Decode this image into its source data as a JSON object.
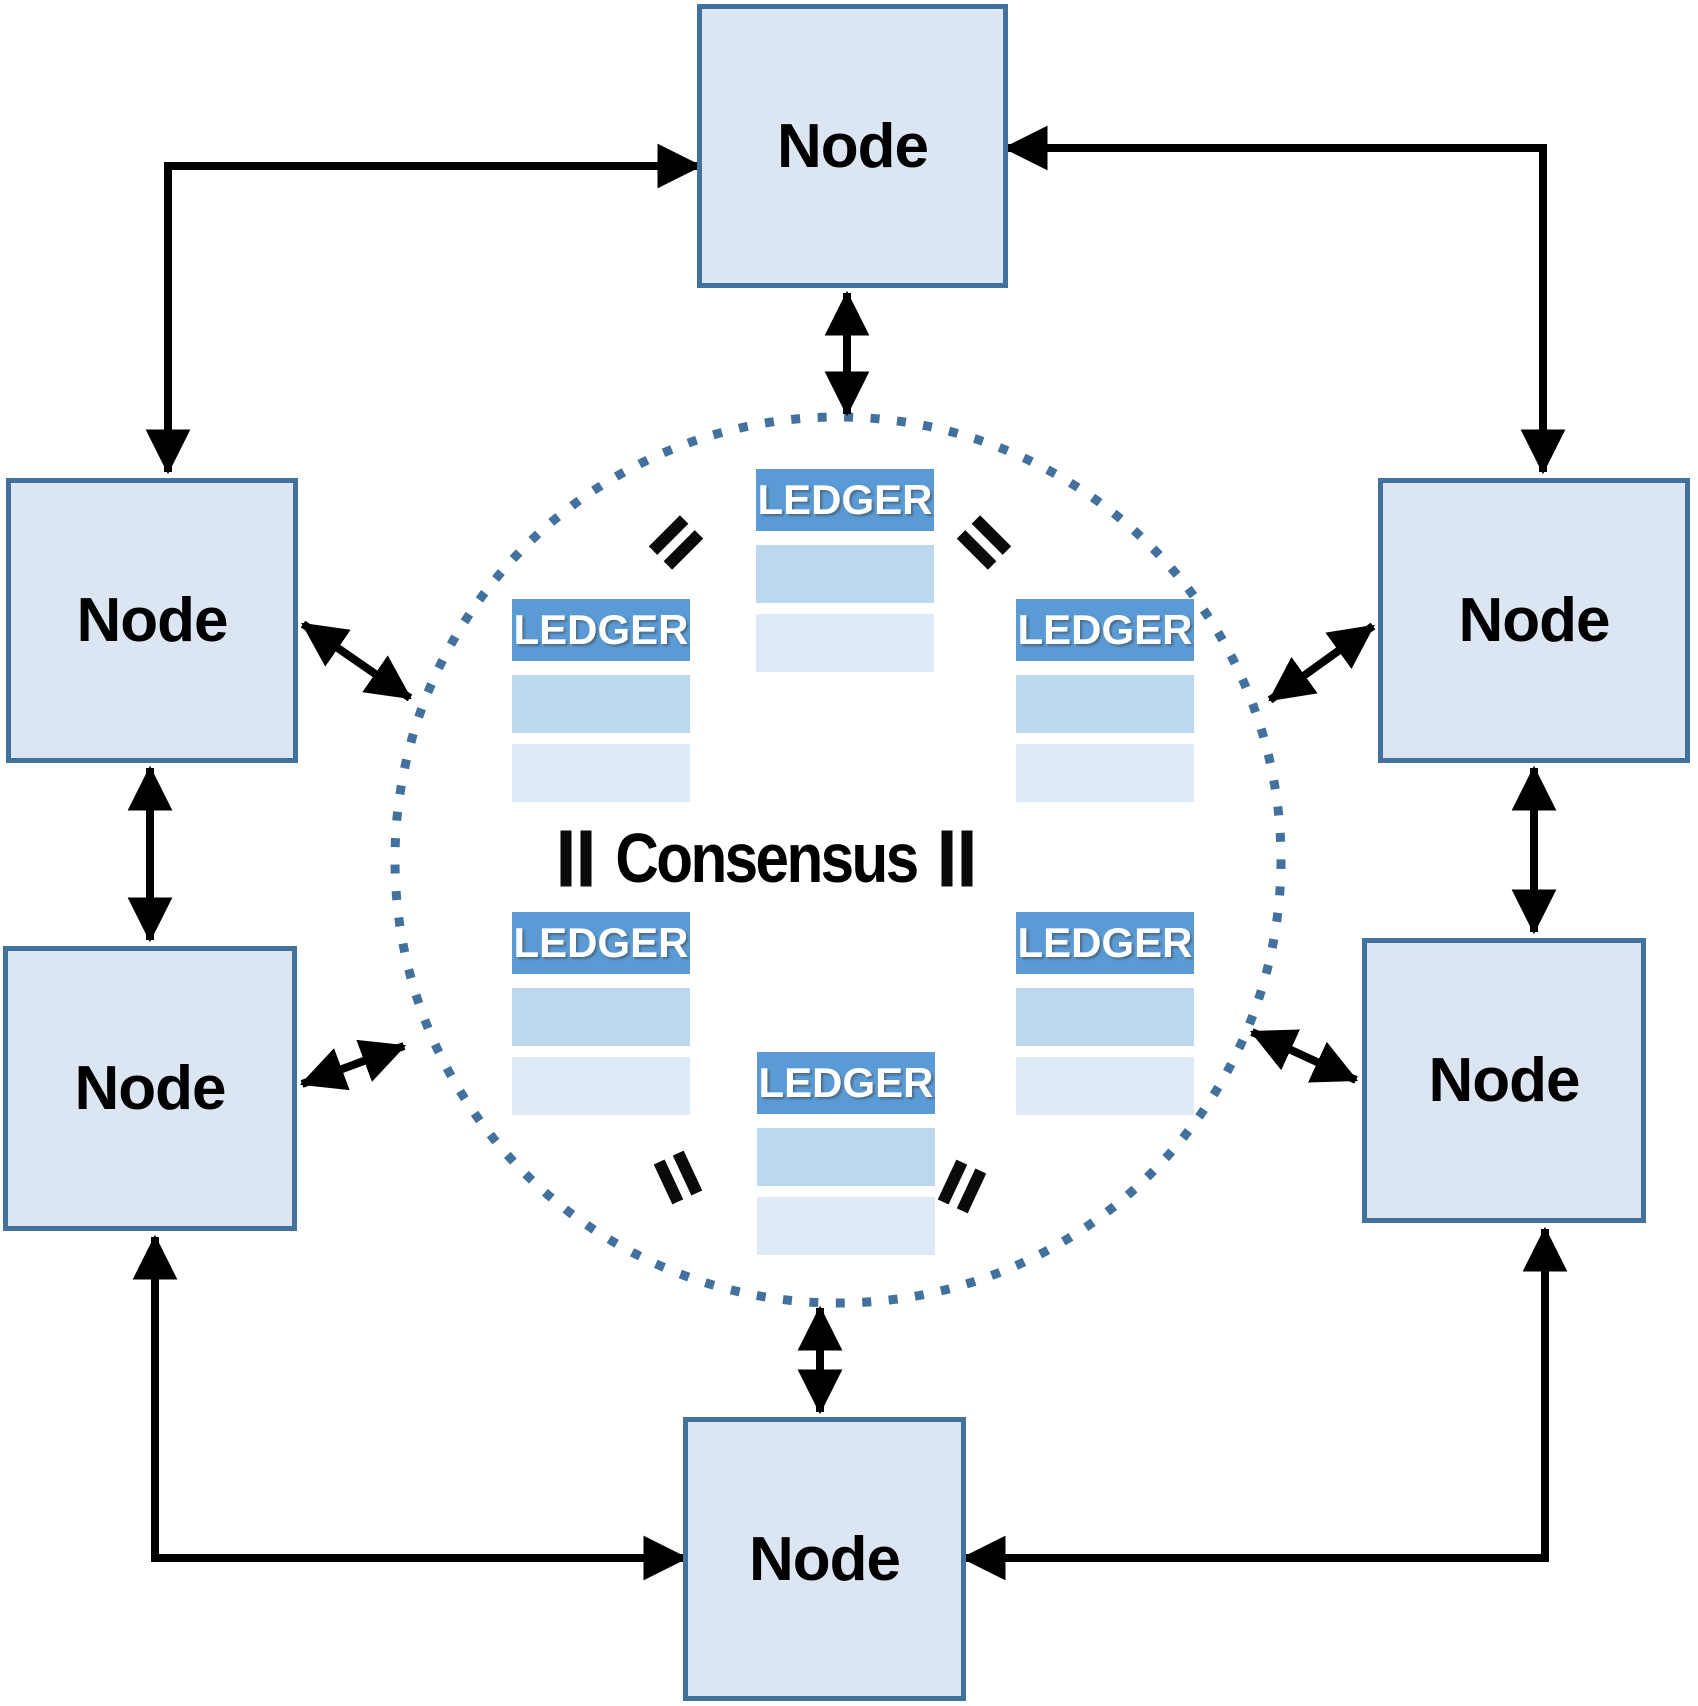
{
  "diagram": {
    "consensus_label": "Consensus",
    "equals_symbol": "=",
    "nodes": [
      {
        "id": "top",
        "label": "Node"
      },
      {
        "id": "left-upper",
        "label": "Node"
      },
      {
        "id": "left-lower",
        "label": "Node"
      },
      {
        "id": "right-upper",
        "label": "Node"
      },
      {
        "id": "right-lower",
        "label": "Node"
      },
      {
        "id": "bottom",
        "label": "Node"
      }
    ],
    "ledgers": [
      {
        "id": "top",
        "title": "LEDGER"
      },
      {
        "id": "upper-left",
        "title": "LEDGER"
      },
      {
        "id": "upper-right",
        "title": "LEDGER"
      },
      {
        "id": "lower-left",
        "title": "LEDGER"
      },
      {
        "id": "lower-right",
        "title": "LEDGER"
      },
      {
        "id": "bottom",
        "title": "LEDGER"
      }
    ],
    "colors": {
      "node_fill": "#dce6f2",
      "node_border": "#41719c",
      "ledger_header": "#5b9bd5",
      "ledger_row_medium": "#bdd7ee",
      "ledger_row_light": "#deeaf6",
      "dotted_circle": "#41719c",
      "arrow": "#000000",
      "background": "#ffffff"
    }
  }
}
